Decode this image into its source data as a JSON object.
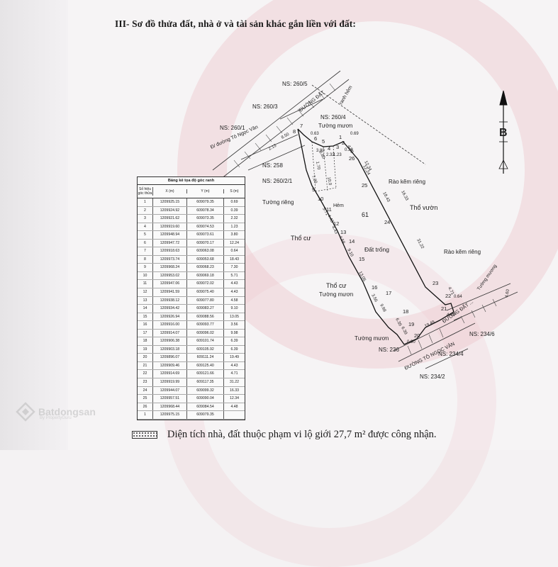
{
  "heading": "III- Sơ đồ thửa đất, nhà ở và tài sản khác gắn liền với đất:",
  "table": {
    "title": "Bảng kê tọa độ góc ranh",
    "headers": {
      "id": "Số hiệu góc thửa",
      "x": "X (m)",
      "y": "Y (m)",
      "len": "S (m)"
    },
    "rows": [
      {
        "id": "1",
        "x": "1209925.15",
        "y": "609079.35",
        "len": "0.69"
      },
      {
        "id": "2",
        "x": "1209924.92",
        "y": "609078.34",
        "len": "0.39"
      },
      {
        "id": "3",
        "x": "1209921.62",
        "y": "609073.35",
        "len": "2.32"
      },
      {
        "id": "4",
        "x": "1209919.60",
        "y": "609074.53",
        "len": "1.23"
      },
      {
        "id": "5",
        "x": "1209948.94",
        "y": "609073.61",
        "len": "3.80"
      },
      {
        "id": "6",
        "x": "1209947.72",
        "y": "609070.17",
        "len": "12.24"
      },
      {
        "id": "7",
        "x": "1209918.63",
        "y": "609063.08",
        "len": "0.64"
      },
      {
        "id": "8",
        "x": "1209973.74",
        "y": "609053.68",
        "len": "18.43"
      },
      {
        "id": "9",
        "x": "1209968.24",
        "y": "609068.23",
        "len": "7.30"
      },
      {
        "id": "10",
        "x": "1209953.02",
        "y": "609069.18",
        "len": "5.71"
      },
      {
        "id": "11",
        "x": "1209947.06",
        "y": "609072.02",
        "len": "4.43"
      },
      {
        "id": "12",
        "x": "1209941.59",
        "y": "609075.40",
        "len": "4.43"
      },
      {
        "id": "13",
        "x": "1209938.12",
        "y": "609077.80",
        "len": "4.58"
      },
      {
        "id": "14",
        "x": "1209934.42",
        "y": "609083.27",
        "len": "9.10"
      },
      {
        "id": "15",
        "x": "1209926.94",
        "y": "609088.56",
        "len": "13.05"
      },
      {
        "id": "16",
        "x": "1209916.00",
        "y": "609093.77",
        "len": "3.56"
      },
      {
        "id": "17",
        "x": "1209914.07",
        "y": "609096.02",
        "len": "9.98"
      },
      {
        "id": "18",
        "x": "1209906.38",
        "y": "609101.74",
        "len": "6.39"
      },
      {
        "id": "19",
        "x": "1209903.18",
        "y": "609105.92",
        "len": "6.39"
      },
      {
        "id": "20",
        "x": "1209896.07",
        "y": "609111.24",
        "len": "19.49"
      },
      {
        "id": "21",
        "x": "1209909.46",
        "y": "609125.40",
        "len": "4.43"
      },
      {
        "id": "22",
        "x": "1209914.69",
        "y": "609121.66",
        "len": "4.71"
      },
      {
        "id": "23",
        "x": "1209919.99",
        "y": "609117.35",
        "len": "31.22"
      },
      {
        "id": "24",
        "x": "1209944.07",
        "y": "609099.32",
        "len": "16.33"
      },
      {
        "id": "25",
        "x": "1209957.51",
        "y": "609090.04",
        "len": "12.34"
      },
      {
        "id": "26",
        "x": "1209968.44",
        "y": "609084.54",
        "len": "4.48"
      },
      {
        "id": "1",
        "x": "1209975.15",
        "y": "609079.35",
        "len": ""
      }
    ]
  },
  "map": {
    "neighbors": [
      "NS: 260/5",
      "NS: 260/3",
      "NS: 260/1",
      "NS: 260/4",
      "NS: 258",
      "NS: 260/2/1",
      "NS: 236",
      "NS: 234/6",
      "NS: 234/4",
      "NS: 234/2"
    ],
    "roads": {
      "top": "ĐƯỜNG ĐẤT",
      "lane": "ranh hẻm",
      "alley": "Đ/ đường Tô Ngọc Vân",
      "bottom": "ĐƯỜNG TÔ NGỌC VÂN",
      "bottom_right": "ĐƯỜNG ĐẤT ...",
      "corner": "Tường mương"
    },
    "labels": {
      "wall1": "Tường mươn",
      "wall2": "Tường riêng",
      "wall3": "Tường mươn",
      "wall4": "Tường mươn",
      "fence1": "Rào kẽm riêng",
      "fence2": "Rào kẽm riêng",
      "zone_garden": "Thổ vườn",
      "zone_res1": "Thổ cư",
      "zone_res2": "Thổ cư",
      "zone_empty": "Đất trống",
      "plot_no": "61",
      "hem": "Hẻm"
    },
    "vertices": [
      "1",
      "2",
      "3",
      "4",
      "5",
      "6",
      "7",
      "8",
      "9",
      "10",
      "11",
      "12",
      "13",
      "14",
      "15",
      "16",
      "17",
      "18",
      "19",
      "20",
      "21",
      "22",
      "23",
      "24",
      "25",
      "26"
    ],
    "edge_lengths": [
      "0.69",
      "0.39",
      "2.32",
      "1.23",
      "3.80",
      "12.24",
      "0.64",
      "18.43",
      "7.30",
      "5.71",
      "4.43",
      "4.43",
      "4.58",
      "9.10",
      "13.05",
      "3.56",
      "9.98",
      "6.39",
      "6.39",
      "19.49",
      "4.43",
      "4.71",
      "31.22",
      "16.33",
      "12.34",
      "4.48"
    ],
    "misc_numbers": {
      "a": "0.63",
      "b": "0.80",
      "c": "8.50",
      "d": "10.0",
      "e": "1.70",
      "f": "0.90",
      "g": "4.60",
      "h": "2.13"
    },
    "north": "B"
  },
  "footer": {
    "text": "Diện tích nhà, đất thuộc phạm vi lộ giới 27,7 m² được công nhận."
  },
  "watermark": {
    "brand": "Batdongsan",
    "sub": "By PropertyGuru"
  },
  "colors": {
    "ink": "#1a1a1a",
    "stamp": "#e8b6c0"
  }
}
